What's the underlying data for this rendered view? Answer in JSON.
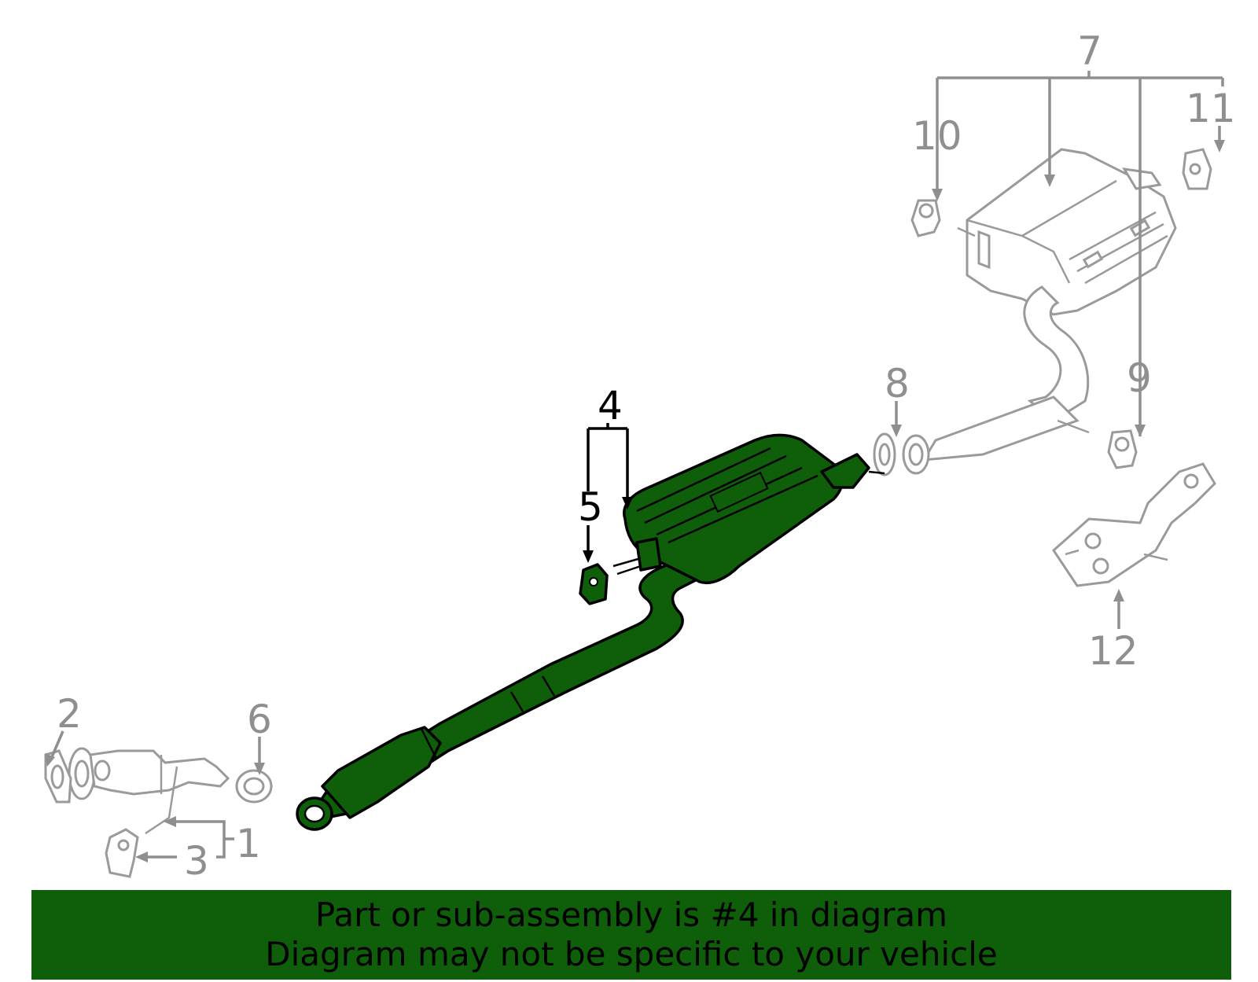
{
  "diagram": {
    "highlighted_part": "4",
    "callouts": [
      {
        "id": "1",
        "label": "1"
      },
      {
        "id": "2",
        "label": "2"
      },
      {
        "id": "3",
        "label": "3"
      },
      {
        "id": "4",
        "label": "4"
      },
      {
        "id": "5",
        "label": "5"
      },
      {
        "id": "6",
        "label": "6"
      },
      {
        "id": "7",
        "label": "7"
      },
      {
        "id": "8",
        "label": "8"
      },
      {
        "id": "9",
        "label": "9"
      },
      {
        "id": "10",
        "label": "10"
      },
      {
        "id": "11",
        "label": "11"
      },
      {
        "id": "12",
        "label": "12"
      }
    ]
  },
  "banner": {
    "line1": "Part or sub-assembly is #4 in diagram",
    "line2": "Diagram may not be specific to your vehicle"
  },
  "colors": {
    "highlight": "#0f5e0a",
    "grey_parts": "#8f8f8f",
    "active_callout": "#000000"
  }
}
